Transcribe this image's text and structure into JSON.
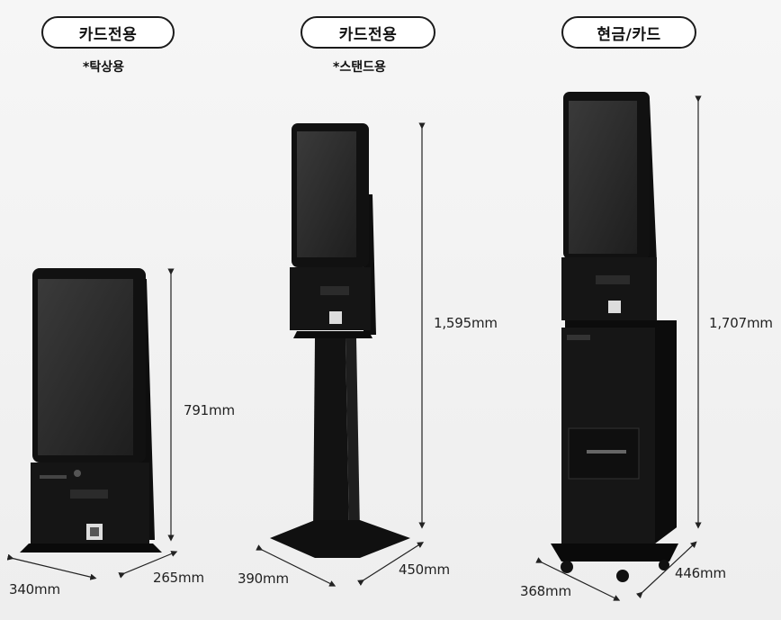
{
  "products": [
    {
      "badge": "카드전용",
      "note": "*탁상용",
      "height": "791mm",
      "width": "340mm",
      "depth": "265mm"
    },
    {
      "badge": "카드전용",
      "note": "*스탠드용",
      "height": "1,595mm",
      "width": "390mm",
      "depth": "450mm"
    },
    {
      "badge": "현금/카드",
      "note": "",
      "height": "1,707mm",
      "width": "368mm",
      "depth": "446mm"
    }
  ],
  "colors": {
    "body": "#141414",
    "screen": "#2a2a2a",
    "accent": "#1b1b1b",
    "background": "#f3f3f3"
  }
}
